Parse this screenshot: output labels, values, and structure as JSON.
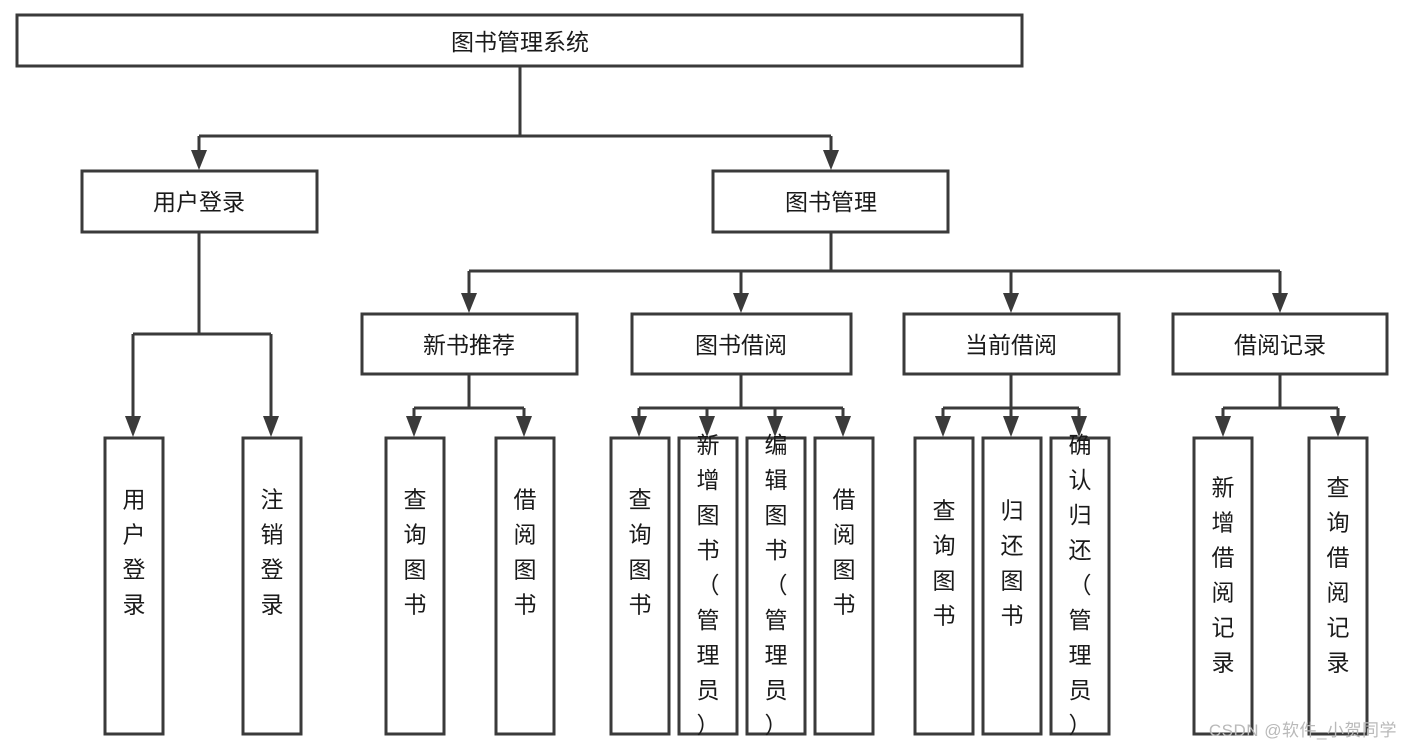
{
  "diagram": {
    "title": "图书管理系统",
    "watermark": "CSDN @软件_小贺同学",
    "colors": {
      "stroke": "#3a3a3a",
      "fill": "#ffffff",
      "text": "#1a1a1a",
      "watermark": "#b9b9b9"
    },
    "root": {
      "label": "图书管理系统"
    },
    "level1": [
      {
        "label": "用户登录"
      },
      {
        "label": "图书管理"
      }
    ],
    "level2": [
      {
        "label": "新书推荐"
      },
      {
        "label": "图书借阅"
      },
      {
        "label": "当前借阅"
      },
      {
        "label": "借阅记录"
      }
    ],
    "leaves": {
      "user_login": [
        {
          "label": "用户登录"
        },
        {
          "label": "注销登录"
        }
      ],
      "new_book_recommend": [
        {
          "label": "查询图书"
        },
        {
          "label": "借阅图书"
        }
      ],
      "book_borrow": [
        {
          "label": "查询图书"
        },
        {
          "label": "新增图书（管理员）"
        },
        {
          "label": "编辑图书（管理员）"
        },
        {
          "label": "借阅图书"
        }
      ],
      "current_borrow": [
        {
          "label": "查询图书"
        },
        {
          "label": "归还图书"
        },
        {
          "label": "确认归还（管理员）"
        }
      ],
      "borrow_record": [
        {
          "label": "新增借阅记录"
        },
        {
          "label": "查询借阅记录"
        }
      ]
    }
  }
}
